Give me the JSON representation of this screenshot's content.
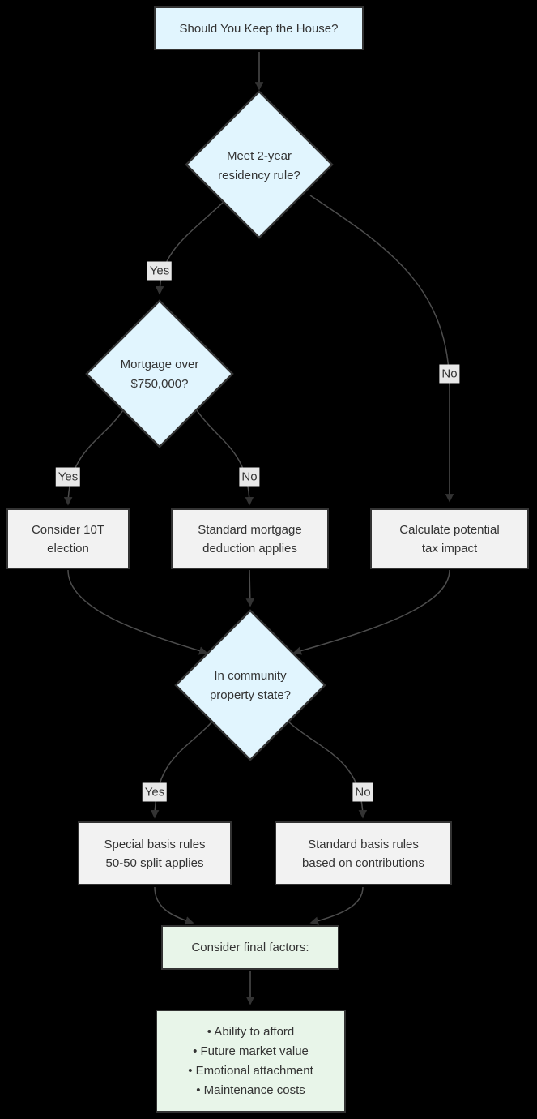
{
  "title": "Should You Keep the House flowchart",
  "colors": {
    "background": "#000000",
    "decision_fill": "#e1f5fe",
    "process_fill": "#f2f2f2",
    "result_fill": "#e8f5e9",
    "node_border": "#333333",
    "edge_line": "#4d4d4d",
    "arrowhead": "#333333",
    "edge_label_bg": "#e8e8e8",
    "text": "#333333"
  },
  "nodes": {
    "start": {
      "lines": [
        "Should You Keep the House?"
      ]
    },
    "residency": {
      "lines": [
        "Meet 2-year",
        "residency rule?"
      ]
    },
    "mortgage": {
      "lines": [
        "Mortgage over",
        "$750,000?"
      ]
    },
    "consider_10t": {
      "lines": [
        "Consider 10T",
        "election"
      ]
    },
    "standard_mortgage": {
      "lines": [
        "Standard mortgage",
        "deduction applies"
      ]
    },
    "calc_tax": {
      "lines": [
        "Calculate potential",
        "tax impact"
      ]
    },
    "community": {
      "lines": [
        "In community",
        "property state?"
      ]
    },
    "special_basis": {
      "lines": [
        "Special basis rules",
        "50-50 split applies"
      ]
    },
    "standard_basis": {
      "lines": [
        "Standard basis rules",
        "based on contributions"
      ]
    },
    "final_factors": {
      "lines": [
        "Consider final factors:"
      ]
    },
    "final_list": {
      "lines": [
        "• Ability to afford",
        "• Future market value",
        "• Emotional attachment",
        "• Maintenance costs"
      ]
    }
  },
  "edge_labels": {
    "residency_yes": "Yes",
    "residency_no": "No",
    "mortgage_yes": "Yes",
    "mortgage_no": "No",
    "community_yes": "Yes",
    "community_no": "No"
  }
}
